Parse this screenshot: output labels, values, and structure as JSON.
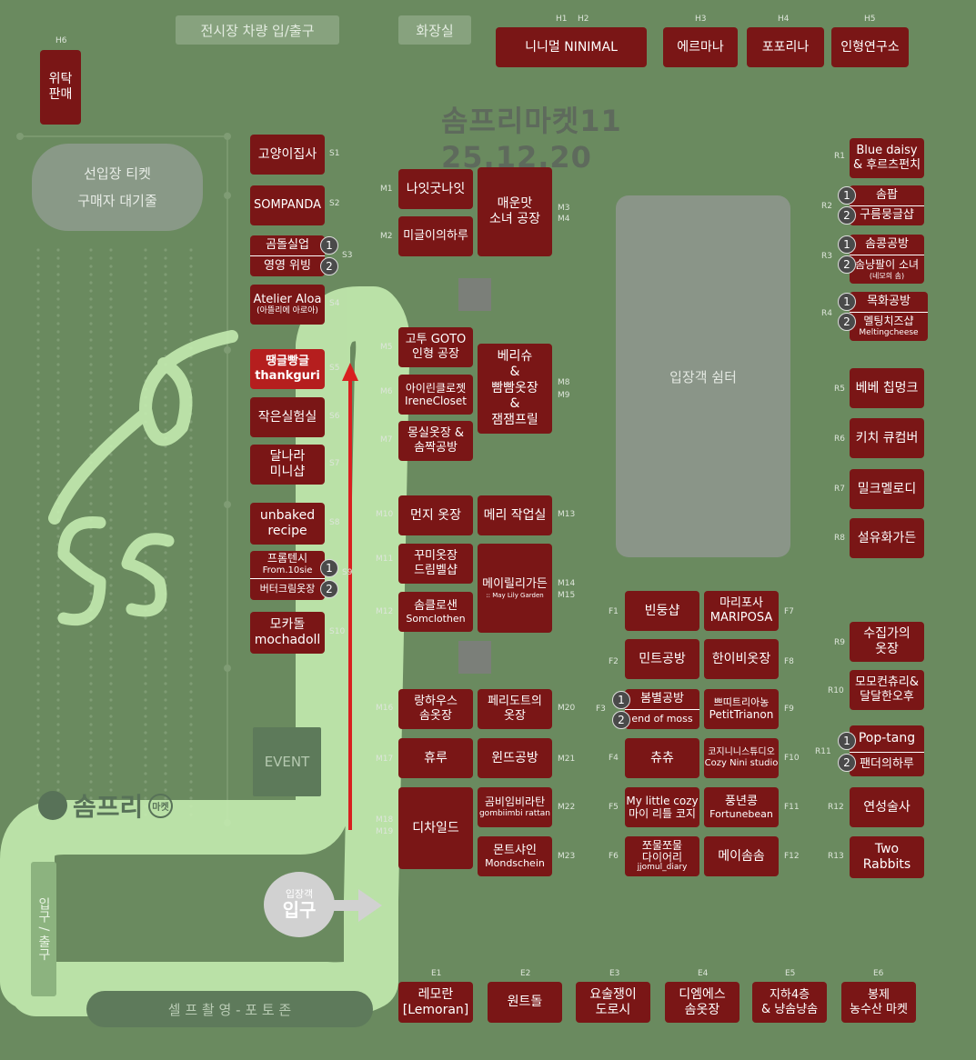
{
  "title": "솜프리마켓11  25.12.20",
  "top": {
    "vehicle": "전시장 차량 입/출구",
    "restroom": "화장실"
  },
  "waiting": {
    "line1": "선입장 티켓",
    "line2": "구매자 대기줄"
  },
  "lounge": "입장객 쉼터",
  "event": "EVENT",
  "logo": "솜프리",
  "logo_badge": "마켓",
  "entrance": {
    "small": "입장객",
    "big": "입구"
  },
  "exit_label": "입구 / 출구",
  "photo_zone": "셀 프 촬 영 - 포 토 존",
  "annotation": "S5",
  "colors": {
    "booth": "#7a1616",
    "background": "#6a8a5f",
    "highlight": "#c8f0b4",
    "arrow": "#d82020"
  },
  "codes": {
    "H1": "H1",
    "H2": "H2",
    "H3": "H3",
    "H4": "H4",
    "H5": "H5",
    "H6": "H6",
    "S1": "S1",
    "S2": "S2",
    "S3": "S3",
    "S4": "S4",
    "S5": "S5",
    "S6": "S6",
    "S7": "S7",
    "S8": "S8",
    "S9": "S9",
    "S10": "S10",
    "M1": "M1",
    "M2": "M2",
    "M3": "M3",
    "M4": "M4",
    "M5": "M5",
    "M6": "M6",
    "M7": "M7",
    "M8": "M8",
    "M9": "M9",
    "M10": "M10",
    "M11": "M11",
    "M12": "M12",
    "M13": "M13",
    "M14": "M14",
    "M15": "M15",
    "M16": "M16",
    "M17": "M17",
    "M18": "M18",
    "M19": "M19",
    "M20": "M20",
    "M21": "M21",
    "M22": "M22",
    "M23": "M23",
    "R1": "R1",
    "R2": "R2",
    "R3": "R3",
    "R4": "R4",
    "R5": "R5",
    "R6": "R6",
    "R7": "R7",
    "R8": "R8",
    "R9": "R9",
    "R10": "R10",
    "R11": "R11",
    "R12": "R12",
    "R13": "R13",
    "F1": "F1",
    "F2": "F2",
    "F3": "F3",
    "F4": "F4",
    "F5": "F5",
    "F6": "F6",
    "F7": "F7",
    "F8": "F8",
    "F9": "F9",
    "F10": "F10",
    "F11": "F11",
    "F12": "F12",
    "E1": "E1",
    "E2": "E2",
    "E3": "E3",
    "E4": "E4",
    "E5": "E5",
    "E6": "E6"
  },
  "booths": {
    "h12": "니니멀 NINIMAL",
    "h3": "에르마나",
    "h4": "포포리나",
    "h5": "인형연구소",
    "h6a": "위탁",
    "h6b": "판매",
    "s1": "고양이집사",
    "s2": "SOMPANDA",
    "s3a": "곰돌실업",
    "s3b": "영영 위빙",
    "s4a": "Atelier Aloa",
    "s4b": "(아뜰리에 아로아)",
    "s5a": "땡글빵글",
    "s5b": "thankguri",
    "s6": "작은실험실",
    "s7a": "달나라",
    "s7b": "미니샵",
    "s8a": "unbaked",
    "s8b": "recipe",
    "s9a1": "프롬텐시",
    "s9a2": "From.10sie",
    "s9b": "버터크림옷장",
    "s10a": "모카돌",
    "s10b": "mochadoll",
    "m1": "나잇굿나잇",
    "m2": "미글이의하루",
    "m34a": "매운맛",
    "m34b": "소녀 공장",
    "m5a": "고투 GOTO",
    "m5b": "인형 공장",
    "m6a": "아이린클로젯",
    "m6b": "IreneCloset",
    "m7a": "몽실옷장 &",
    "m7b": "솜짝공방",
    "m89a": "베리슈",
    "m89b": "&",
    "m89c": "빰빰옷장",
    "m89d": "&",
    "m89e": "잼잼프릴",
    "m10": "먼지 옷장",
    "m11a": "꾸미옷장",
    "m11b": "드림벨샵",
    "m12a": "솜클로샌",
    "m12b": "Somclothen",
    "m13": "메리 작업실",
    "m1415a": "메이릴리가든",
    "m1415b": ":: May Lily Garden",
    "m16a": "랑하우스",
    "m16b": "솜옷장",
    "m17": "휴루",
    "m1819": "디차일드",
    "m20a": "페리도트의",
    "m20b": "옷장",
    "m21": "윈뜨공방",
    "m22a": "곰비임비라탄",
    "m22b": "gombiimbi rattan",
    "m23a": "몬트샤인",
    "m23b": "Mondschein",
    "r1a": "Blue daisy",
    "r1b": "& 후르츠펀치",
    "r2a": "솜팝",
    "r2b": "구름뭉글샵",
    "r3a": "솜콩공방",
    "r3b": "솜냥팔이 소녀",
    "r3c": "(네모의 솜)",
    "r4a": "목화공방",
    "r4b": "멜팅치즈샵",
    "r4c": "Meltingcheese",
    "r5": "베베 칩멍크",
    "r6": "키치 큐컴버",
    "r7": "밀크멜로디",
    "r8": "설유화가든",
    "r9a": "수집가의",
    "r9b": "옷장",
    "r10a": "모모컨츄리&",
    "r10b": "달달한오후",
    "r11a": "Pop-tang",
    "r11b": "팬더의하루",
    "r12": "연성술사",
    "r13a": "Two",
    "r13b": "Rabbits",
    "f1": "빈둥샵",
    "f2": "민트공방",
    "f3a": "봄별공방",
    "f3b": "end of moss",
    "f4": "츄츄",
    "f5a": "My little cozy",
    "f5b": "마이 리틀 코지",
    "f6a": "쪼물쪼물",
    "f6b": "다이어리",
    "f6c": "jjomul_diary",
    "f7a": "마리포사",
    "f7b": "MARIPOSA",
    "f8": "한이비옷장",
    "f9a": "쁘띠트리아농",
    "f9b": "PetitTrianon",
    "f10a": "코지니니스튜디오",
    "f10b": "Cozy Nini studio",
    "f11a": "풍년콩",
    "f11b": "Fortunebean",
    "f12": "메이솜솜",
    "e1a": "레모란",
    "e1b": "[Lemoran]",
    "e2": "원트돌",
    "e3a": "요술쟁이",
    "e3b": "도로시",
    "e4a": "디엠에스",
    "e4b": "솜옷장",
    "e5a": "지하4층",
    "e5b": "& 냥솜냥솜",
    "e6a": "봉제",
    "e6b": "농수산 마켓"
  },
  "nums": {
    "one": "1",
    "two": "2"
  }
}
